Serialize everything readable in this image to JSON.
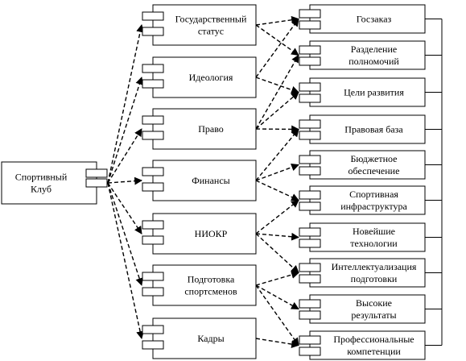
{
  "club": {
    "lines": [
      "Спортивный",
      "Клуб"
    ]
  },
  "middle": [
    {
      "id": "gos",
      "lines": [
        "Государственный",
        "статус"
      ]
    },
    {
      "id": "ideo",
      "lines": [
        "Идеология"
      ]
    },
    {
      "id": "pravo",
      "lines": [
        "Право"
      ]
    },
    {
      "id": "fin",
      "lines": [
        "Финансы"
      ]
    },
    {
      "id": "niokr",
      "lines": [
        "НИОКР"
      ]
    },
    {
      "id": "podg",
      "lines": [
        "Подготовка",
        "спортсменов"
      ]
    },
    {
      "id": "kadry",
      "lines": [
        "Кадры"
      ]
    }
  ],
  "right": [
    {
      "id": "goszakaz",
      "lines": [
        "Госзаказ"
      ]
    },
    {
      "id": "razd",
      "lines": [
        "Разделение",
        "полномочий"
      ]
    },
    {
      "id": "celi",
      "lines": [
        "Цели развития"
      ]
    },
    {
      "id": "pbaza",
      "lines": [
        "Правовая база"
      ]
    },
    {
      "id": "budg",
      "lines": [
        "Бюджетное",
        "обеспечение"
      ]
    },
    {
      "id": "infra",
      "lines": [
        "Спортивная",
        "инфраструктура"
      ]
    },
    {
      "id": "tech",
      "lines": [
        "Новейшие",
        "технологии"
      ]
    },
    {
      "id": "intel",
      "lines": [
        "Интеллектуализация",
        "подготовки"
      ]
    },
    {
      "id": "vys",
      "lines": [
        "Высокие",
        "результаты"
      ]
    },
    {
      "id": "prof",
      "lines": [
        "Профессиональные",
        "компетенции"
      ]
    }
  ],
  "edges": [
    {
      "from": "club",
      "to": "gos",
      "arrow": "to"
    },
    {
      "from": "club",
      "to": "ideo",
      "arrow": "to"
    },
    {
      "from": "club",
      "to": "pravo",
      "arrow": "to"
    },
    {
      "from": "club",
      "to": "fin",
      "arrow": "to"
    },
    {
      "from": "club",
      "to": "niokr",
      "arrow": "to"
    },
    {
      "from": "club",
      "to": "podg",
      "arrow": "to"
    },
    {
      "from": "club",
      "to": "kadry",
      "arrow": "to"
    },
    {
      "from": "gos",
      "to": "goszakaz",
      "arrow": "to"
    },
    {
      "from": "gos",
      "to": "razd",
      "arrow": "to"
    },
    {
      "from": "ideo",
      "to": "goszakaz",
      "arrow": "to"
    },
    {
      "from": "ideo",
      "to": "celi",
      "arrow": "to"
    },
    {
      "from": "pravo",
      "to": "celi",
      "arrow": "to"
    },
    {
      "from": "pravo",
      "to": "pbaza",
      "arrow": "to"
    },
    {
      "from": "pravo",
      "to": "razd",
      "arrow": "to"
    },
    {
      "from": "fin",
      "to": "budg",
      "arrow": "to"
    },
    {
      "from": "fin",
      "to": "infra",
      "arrow": "to"
    },
    {
      "from": "fin",
      "to": "pbaza",
      "arrow": "to"
    },
    {
      "from": "niokr",
      "to": "infra",
      "arrow": "to"
    },
    {
      "from": "niokr",
      "to": "tech",
      "arrow": "to"
    },
    {
      "from": "niokr",
      "to": "intel",
      "arrow": "to"
    },
    {
      "from": "podg",
      "to": "intel",
      "arrow": "to"
    },
    {
      "from": "podg",
      "to": "vys",
      "arrow": "to"
    },
    {
      "from": "podg",
      "to": "prof",
      "arrow": "to"
    },
    {
      "from": "kadry",
      "to": "prof",
      "arrow": "to"
    }
  ]
}
